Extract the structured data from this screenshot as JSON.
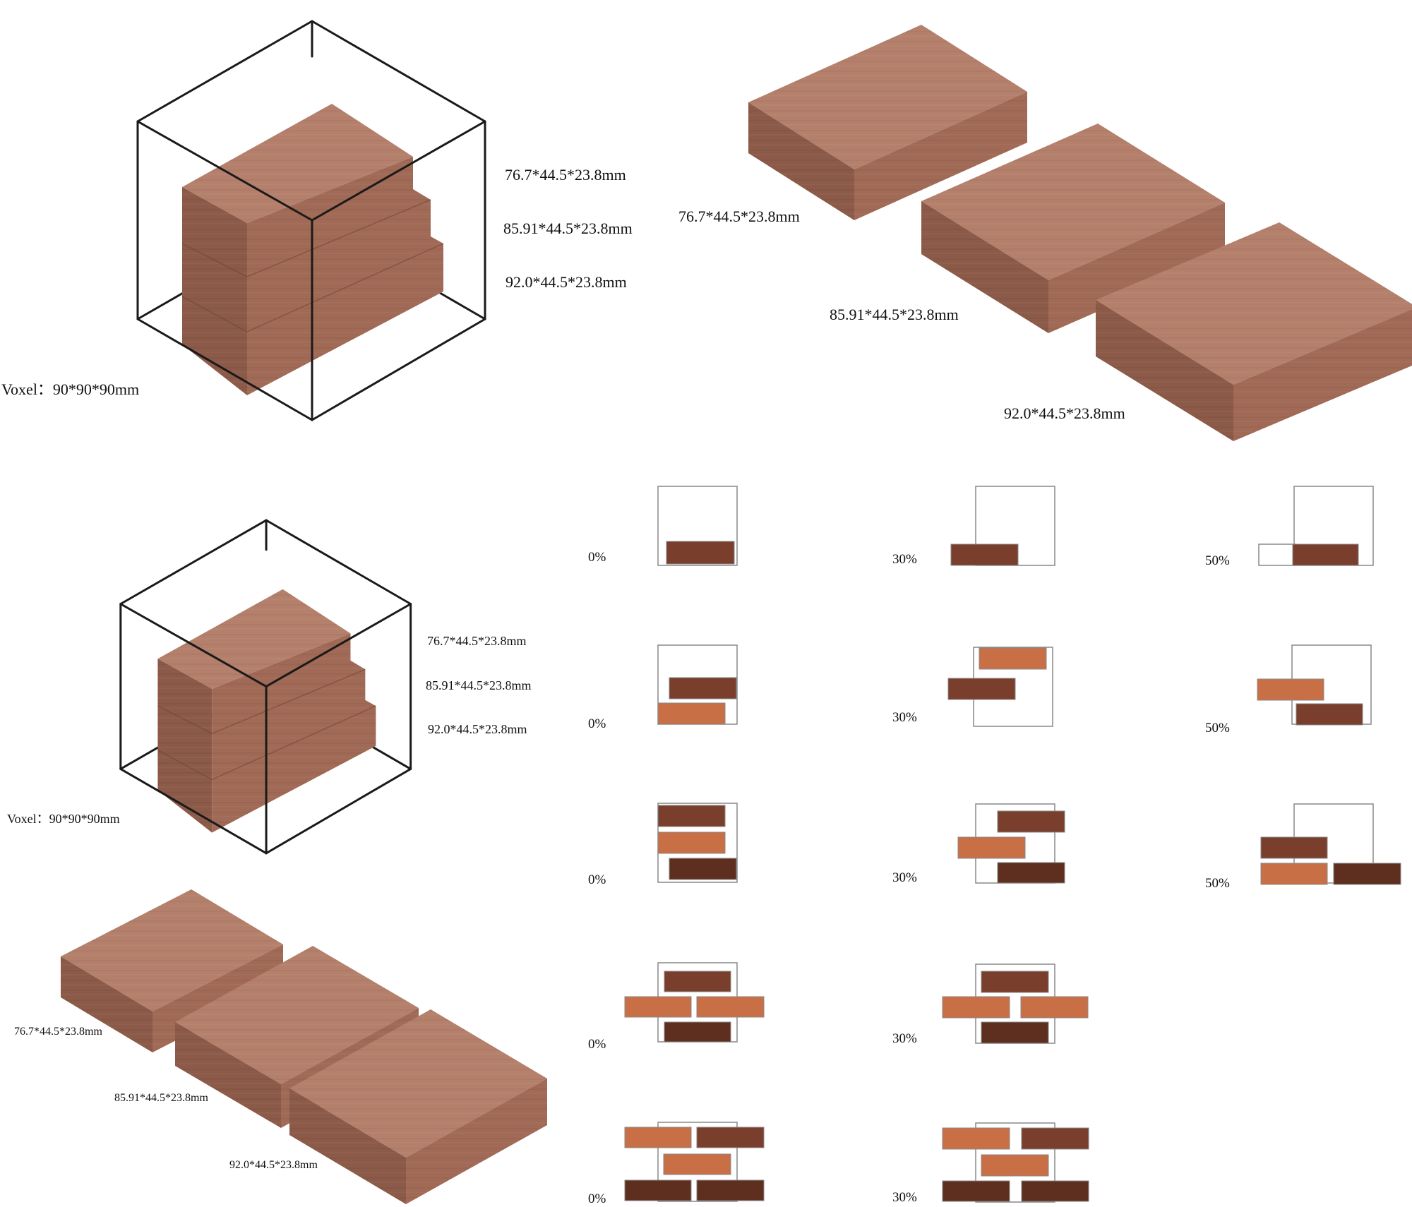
{
  "colors": {
    "wood_top": "#b4806c",
    "wood_left": "#8c5a48",
    "wood_right": "#a06a56",
    "frame": "#1a1a1a",
    "brick_dark": "#7a3f2c",
    "brick_orange": "#c96f46",
    "brick_deep": "#5e2f1e",
    "box": "#888888"
  },
  "labels": {
    "voxel": "Voxel：90*90*90mm",
    "brick_a": "76.7*44.5*23.8mm",
    "brick_b": "85.91*44.5*23.8mm",
    "brick_c": "92.0*44.5*23.8mm"
  },
  "percents": {
    "p0": "0%",
    "p30": "30%",
    "p50": "50%"
  }
}
